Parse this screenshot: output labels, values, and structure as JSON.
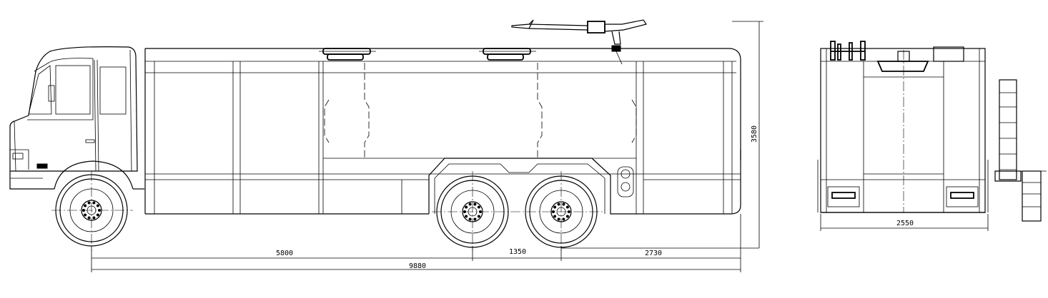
{
  "dimensions": {
    "wheelbase_front": "5800",
    "wheelbase_rear": "1350",
    "rear_overhang": "2730",
    "overall_length": "9880",
    "overall_height": "3580",
    "overall_width": "2550"
  }
}
